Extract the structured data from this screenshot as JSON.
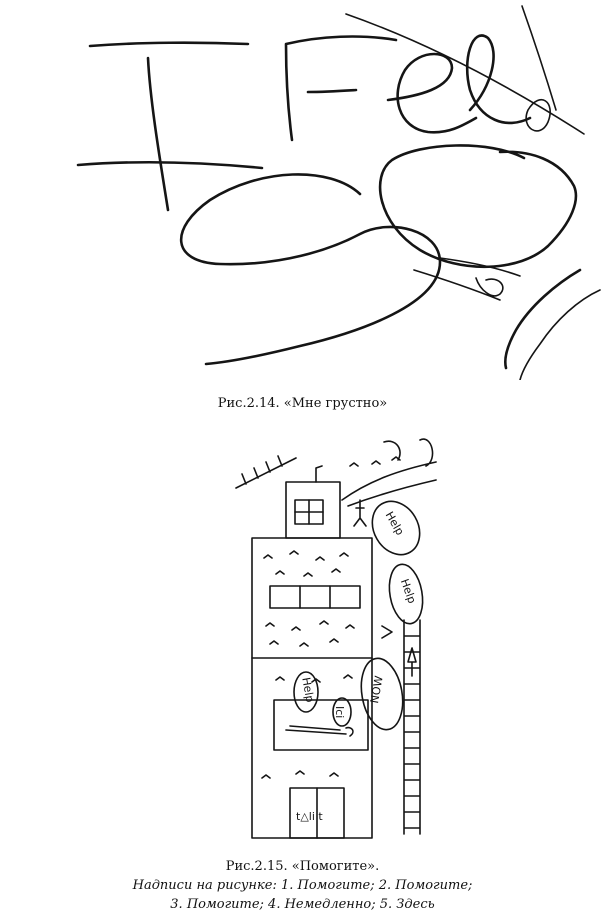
{
  "figure1": {
    "caption": "Рис.2.14. «Мне грустно»",
    "drawn_text": "I Feel Sad"
  },
  "figure2": {
    "caption_title": "Рис.2.15. «Помогите».",
    "caption_note_1": "Надписи на рисунке: 1. Помогите; 2. Помогите;",
    "caption_note_2": "3. Помогите; 4. Немедленно; 5. Здесь",
    "bubble_1": "Help",
    "bubble_2": "Help",
    "bubble_3": "Help",
    "bubble_4": "NOW",
    "bubble_5": "Ici",
    "door_text": "t△li t"
  }
}
